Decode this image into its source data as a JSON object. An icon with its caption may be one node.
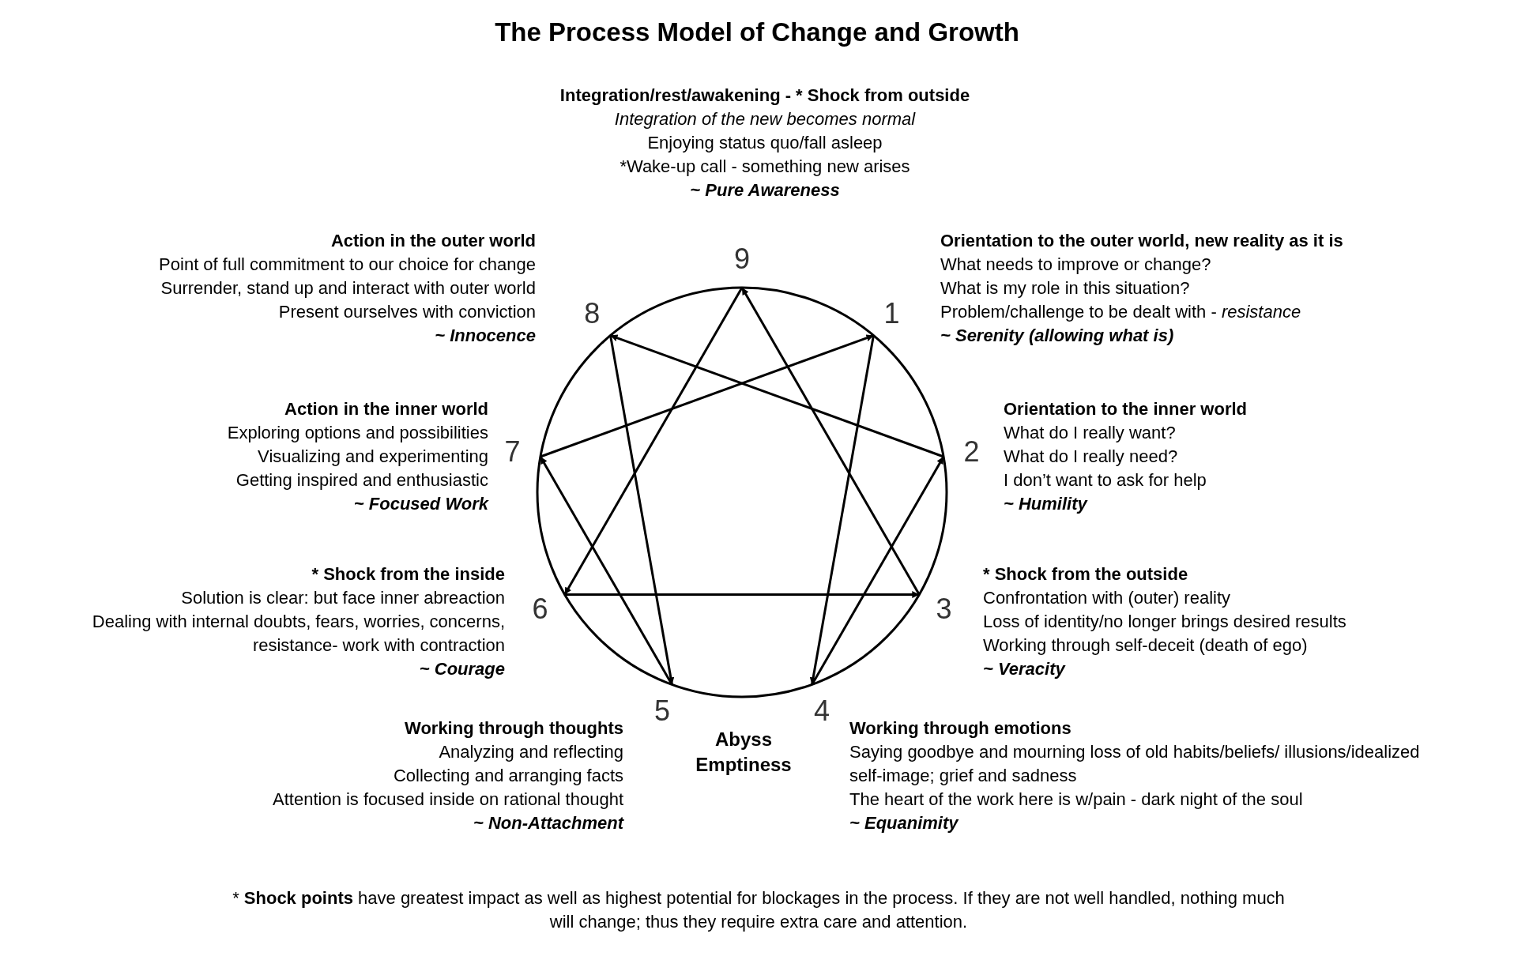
{
  "diagram": {
    "title": "The Process Model of Change and Growth",
    "caption": "* **Shock points** have greatest impact as well as highest potential for blockages in the process.  If they are not well handled, nothing much will change; thus they require extra care and attention.",
    "nodes": [
      {
        "text": [
          "9"
        ],
        "beside": [
          "Integration/rest/awakening - * Shock from outside",
          "*Integration of the new becomes normal*",
          "Enjoying status quo/fall asleep",
          "*Wake-up call - something new arises",
          "~ Pure Awareness"
        ]
      },
      {
        "text": [
          "8"
        ],
        "beside": [
          "Action in the outer world",
          "Point of full commitment to our choice for change",
          "Surrender, stand up and interact with outer world",
          "Present ourselves with conviction",
          "~ Innocence"
        ]
      },
      {
        "text": [
          "1"
        ],
        "beside": [
          "Orientation to the outer world, new reality as it is",
          "What needs to improve or change?",
          "What is my role in this situation?",
          "Problem/challenge to be dealt with - *resistance*",
          "~ Serenity (allowing what is)"
        ]
      },
      {
        "text": [
          "7"
        ],
        "beside": [
          "Action in the inner world",
          "Exploring options and possibilities",
          "Visualizing and experimenting",
          "Getting inspired and enthusiastic",
          "~ Focused Work"
        ]
      },
      {
        "text": [
          "2"
        ],
        "beside": [
          "Orientation to the inner world",
          "What do I really want?",
          "What do I really need?",
          "I don’t want to ask for help",
          "~ Humility"
        ]
      },
      {
        "text": [
          "6"
        ],
        "beside": [
          "* Shock from the inside",
          "Solution is clear: but face inner abreaction",
          "Dealing with internal doubts, fears, worries, concerns, resistance- work with contraction",
          "~ Courage"
        ]
      },
      {
        "text": [
          "3"
        ],
        "beside": [
          "* Shock from the outside",
          "Confrontation with (outer) reality",
          "Loss of identity/no longer brings desired results",
          "Working through self-deceit (death of ego)",
          "~ Veracity"
        ]
      },
      {
        "text": [
          "5"
        ],
        "beside": [
          "Working through thoughts",
          "Analyzing and reflecting",
          "Collecting and arranging facts",
          "Attention is focused inside on rational thought",
          "~ Non-Attachment"
        ]
      },
      {
        "text": [
          "4"
        ],
        "beside": [
          "Working through emotions",
          "Saying goodbye and mourning loss of old habits/beliefs/ illusions/idealized self-image; grief and sadness",
          "The heart of the work here is w/pain - dark night of the soul",
          "~ Equanimity"
        ]
      }
    ],
    "edges": [
      {
        "from": 2,
        "to": 8,
        "arrow": "to"
      },
      {
        "from": 8,
        "to": 4,
        "arrow": "to"
      },
      {
        "from": 4,
        "to": 1,
        "arrow": "to"
      },
      {
        "from": 1,
        "to": 7,
        "arrow": "to"
      },
      {
        "from": 7,
        "to": 3,
        "arrow": "to"
      },
      {
        "from": 3,
        "to": 2,
        "arrow": "to"
      },
      {
        "from": 6,
        "to": 0,
        "arrow": "to"
      },
      {
        "from": 0,
        "to": 5,
        "arrow": "to"
      },
      {
        "from": 5,
        "to": 6,
        "arrow": "to"
      }
    ],
    "labels": [
      "Abyss Emptiness"
    ]
  }
}
